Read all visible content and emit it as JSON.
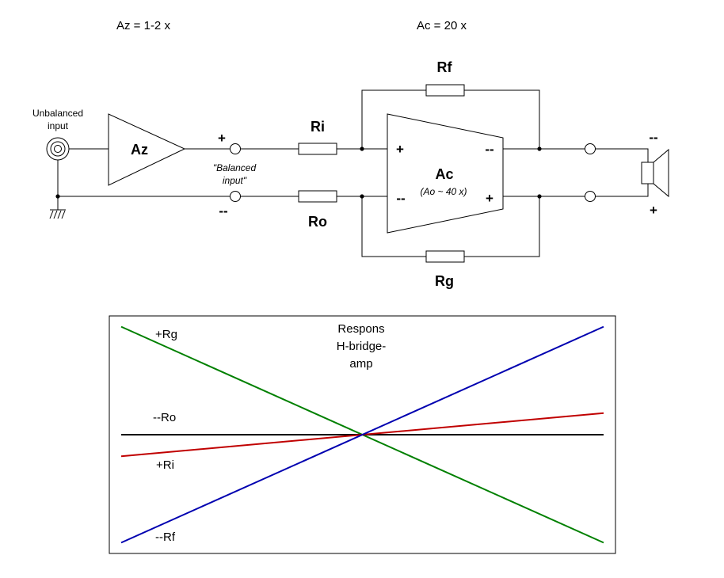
{
  "header": {
    "az_gain": "Az = 1-2 x",
    "ac_gain": "Ac = 20 x"
  },
  "schematic": {
    "input_label_line1": "Unbalanced",
    "input_label_line2": "input",
    "az_block": "Az",
    "plus_terminal": "+",
    "minus_terminal": "--",
    "balanced_line1": "\"Balanced",
    "balanced_line2": "input\"",
    "ri": "Ri",
    "ro": "Ro",
    "rf": "Rf",
    "rg": "Rg",
    "ac_block": "Ac",
    "ac_note": "(Ao ~ 40 x)",
    "ac_in_plus": "+",
    "ac_in_minus": "--",
    "ac_out_minus": "--",
    "ac_out_plus": "+",
    "speaker_minus": "--",
    "speaker_plus": "+"
  },
  "chart_data": {
    "type": "line",
    "title": "Respons H-bridge-amp",
    "title_lines": [
      "Respons",
      "H-bridge-",
      "amp"
    ],
    "x": [
      0,
      1
    ],
    "series": [
      {
        "name": "+Rg",
        "color": "#008000",
        "values": [
          1.0,
          -1.0
        ]
      },
      {
        "name": "--Ro",
        "color": "#000000",
        "values": [
          0.0,
          0.0
        ]
      },
      {
        "name": "+Ri",
        "color": "#c00000",
        "values": [
          -0.2,
          0.2
        ]
      },
      {
        "name": "--Rf",
        "color": "#0000b0",
        "values": [
          -1.0,
          1.0
        ]
      }
    ],
    "ylim": [
      -1.1,
      1.1
    ],
    "xlabel": "",
    "ylabel": "",
    "grid": false
  }
}
